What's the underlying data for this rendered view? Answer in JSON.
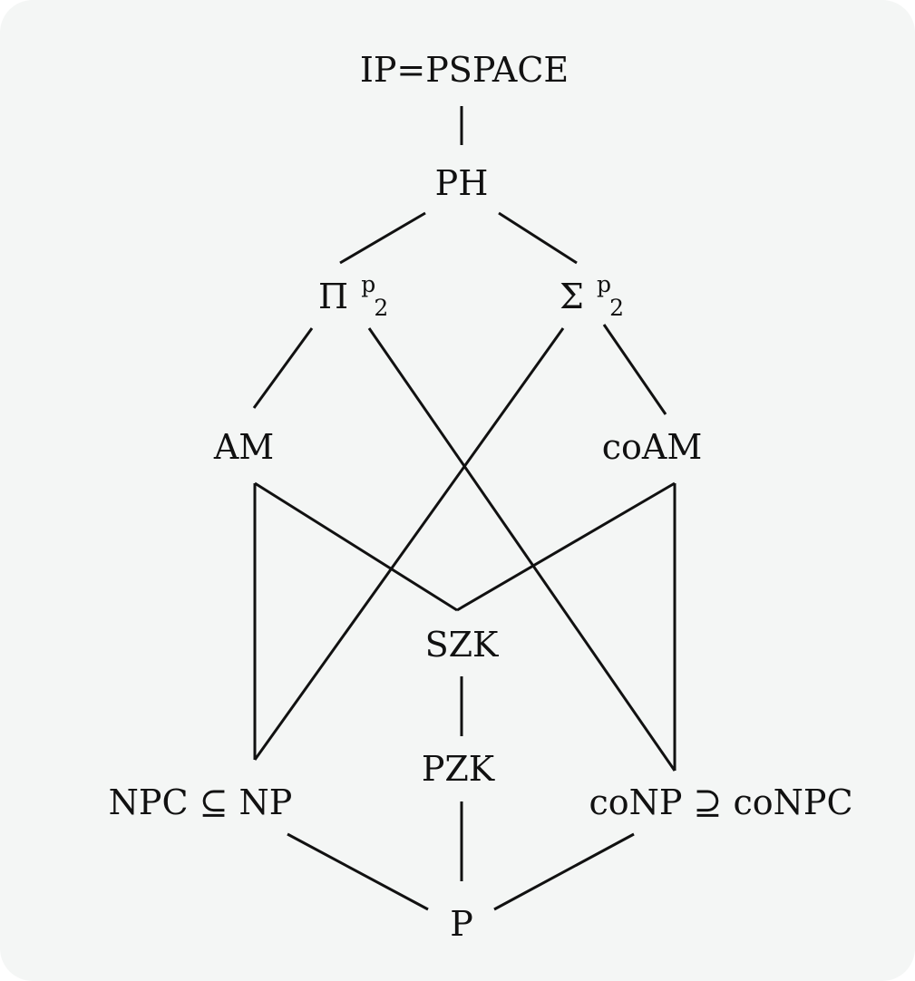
{
  "nodes": {
    "ip_pspace": "IP=PSPACE",
    "ph": "PH",
    "pi2p": {
      "base": "Π",
      "sup": "p",
      "sub": "2"
    },
    "sigma2p": {
      "base": "Σ",
      "sup": "p",
      "sub": "2"
    },
    "am": "AM",
    "coam": "coAM",
    "szk": "SZK",
    "pzk": "PZK",
    "npc_np": "NPC ⊆ NP",
    "conp_conpc": "coNP ⊇ coNPC",
    "p": "P"
  },
  "edges": [
    {
      "from": "ip_pspace",
      "to": "ph"
    },
    {
      "from": "ph",
      "to": "pi2p"
    },
    {
      "from": "ph",
      "to": "sigma2p"
    },
    {
      "from": "pi2p",
      "to": "am"
    },
    {
      "from": "pi2p",
      "to": "conp_conpc"
    },
    {
      "from": "sigma2p",
      "to": "coam"
    },
    {
      "from": "sigma2p",
      "to": "npc_np"
    },
    {
      "from": "am",
      "to": "szk"
    },
    {
      "from": "am",
      "to": "npc_np"
    },
    {
      "from": "coam",
      "to": "szk"
    },
    {
      "from": "coam",
      "to": "conp_conpc"
    },
    {
      "from": "szk",
      "to": "pzk"
    },
    {
      "from": "pzk",
      "to": "p"
    },
    {
      "from": "npc_np",
      "to": "p"
    },
    {
      "from": "conp_conpc",
      "to": "p"
    }
  ]
}
